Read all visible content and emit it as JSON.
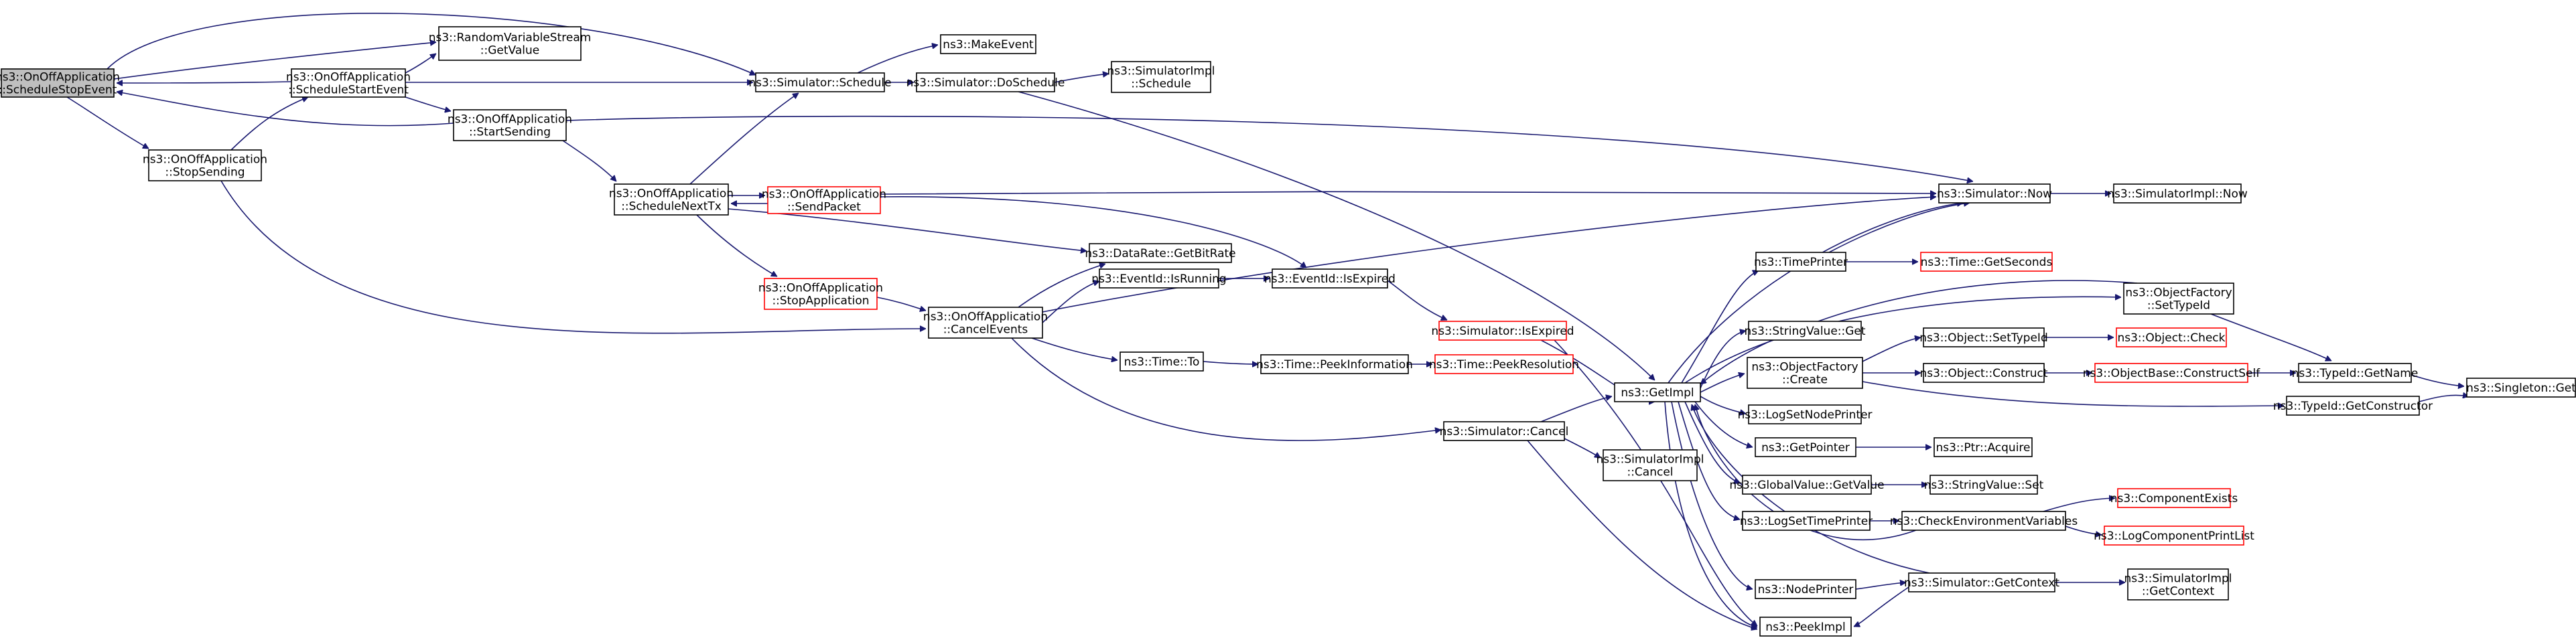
{
  "graph": {
    "nodes": [
      {
        "id": "n1",
        "lines": [
          "ns3::OnOffApplication",
          "::ScheduleStopEvent"
        ]
      },
      {
        "id": "n2",
        "lines": [
          "ns3::RandomVariableStream",
          "::GetValue"
        ]
      },
      {
        "id": "n3",
        "lines": [
          "ns3::OnOffApplication",
          "::ScheduleStartEvent"
        ]
      },
      {
        "id": "n4",
        "lines": [
          "ns3::OnOffApplication",
          "::StartSending"
        ]
      },
      {
        "id": "n5",
        "lines": [
          "ns3::OnOffApplication",
          "::StopSending"
        ]
      },
      {
        "id": "n6",
        "lines": [
          "ns3::Simulator::Schedule"
        ]
      },
      {
        "id": "n7",
        "lines": [
          "ns3::MakeEvent"
        ]
      },
      {
        "id": "n8",
        "lines": [
          "ns3::Simulator::DoSchedule"
        ]
      },
      {
        "id": "n9",
        "lines": [
          "ns3::SimulatorImpl",
          "::Schedule"
        ]
      },
      {
        "id": "n10",
        "lines": [
          "ns3::OnOffApplication",
          "::ScheduleNextTx"
        ]
      },
      {
        "id": "n11",
        "lines": [
          "ns3::OnOffApplication",
          "::SendPacket"
        ]
      },
      {
        "id": "n12",
        "lines": [
          "ns3::DataRate::GetBitRate"
        ]
      },
      {
        "id": "n13",
        "lines": [
          "ns3::OnOffApplication",
          "::StopApplication"
        ]
      },
      {
        "id": "n14",
        "lines": [
          "ns3::OnOffApplication",
          "::CancelEvents"
        ]
      },
      {
        "id": "n15",
        "lines": [
          "ns3::EventId::IsRunning"
        ]
      },
      {
        "id": "n16",
        "lines": [
          "ns3::EventId::IsExpired"
        ]
      },
      {
        "id": "n17",
        "lines": [
          "ns3::Simulator::IsExpired"
        ]
      },
      {
        "id": "n18",
        "lines": [
          "ns3::Time::To"
        ]
      },
      {
        "id": "n19",
        "lines": [
          "ns3::Time::PeekInformation"
        ]
      },
      {
        "id": "n20",
        "lines": [
          "ns3::Time::PeekResolution"
        ]
      },
      {
        "id": "n21",
        "lines": [
          "ns3::Simulator::Cancel"
        ]
      },
      {
        "id": "n22",
        "lines": [
          "ns3::SimulatorImpl",
          "::Cancel"
        ]
      },
      {
        "id": "n23",
        "lines": [
          "ns3::GetImpl"
        ]
      },
      {
        "id": "n24",
        "lines": [
          "ns3::Simulator::Now"
        ]
      },
      {
        "id": "n25",
        "lines": [
          "ns3::SimulatorImpl::Now"
        ]
      },
      {
        "id": "n26",
        "lines": [
          "ns3::TimePrinter"
        ]
      },
      {
        "id": "n27",
        "lines": [
          "ns3::Time::GetSeconds"
        ]
      },
      {
        "id": "n28",
        "lines": [
          "ns3::StringValue::Get"
        ]
      },
      {
        "id": "n29",
        "lines": [
          "ns3::ObjectFactory",
          "::Create"
        ]
      },
      {
        "id": "n30",
        "lines": [
          "ns3::Object::SetTypeId"
        ]
      },
      {
        "id": "n31",
        "lines": [
          "ns3::Object::Check"
        ]
      },
      {
        "id": "n32",
        "lines": [
          "ns3::Object::Construct"
        ]
      },
      {
        "id": "n33",
        "lines": [
          "ns3::ObjectBase::ConstructSelf"
        ]
      },
      {
        "id": "n34",
        "lines": [
          "ns3::ObjectFactory",
          "::SetTypeId"
        ]
      },
      {
        "id": "n35",
        "lines": [
          "ns3::TypeId::GetName"
        ]
      },
      {
        "id": "n36",
        "lines": [
          "ns3::Singleton::Get"
        ]
      },
      {
        "id": "n37",
        "lines": [
          "ns3::TypeId::GetConstructor"
        ]
      },
      {
        "id": "n38",
        "lines": [
          "ns3::LogSetNodePrinter"
        ]
      },
      {
        "id": "n39",
        "lines": [
          "ns3::GetPointer"
        ]
      },
      {
        "id": "n40",
        "lines": [
          "ns3::Ptr::Acquire"
        ]
      },
      {
        "id": "n41",
        "lines": [
          "ns3::GlobalValue::GetValue"
        ]
      },
      {
        "id": "n42",
        "lines": [
          "ns3::StringValue::Set"
        ]
      },
      {
        "id": "n43",
        "lines": [
          "ns3::LogSetTimePrinter"
        ]
      },
      {
        "id": "n44",
        "lines": [
          "ns3::CheckEnvironmentVariables"
        ]
      },
      {
        "id": "n45",
        "lines": [
          "ns3::ComponentExists"
        ]
      },
      {
        "id": "n46",
        "lines": [
          "ns3::LogComponentPrintList"
        ]
      },
      {
        "id": "n47",
        "lines": [
          "ns3::NodePrinter"
        ]
      },
      {
        "id": "n48",
        "lines": [
          "ns3::Simulator::GetContext"
        ]
      },
      {
        "id": "n49",
        "lines": [
          "ns3::SimulatorImpl",
          "::GetContext"
        ]
      },
      {
        "id": "n50",
        "lines": [
          "ns3::PeekImpl"
        ]
      }
    ]
  }
}
